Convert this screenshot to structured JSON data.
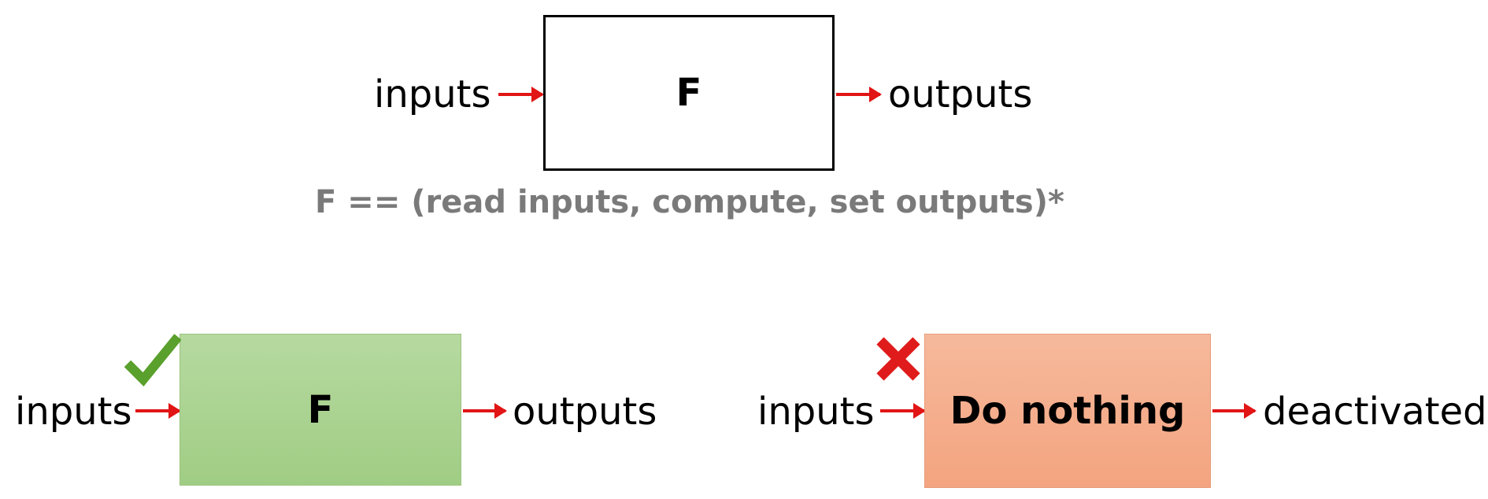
{
  "top": {
    "input_label": "inputs",
    "box_label": "F",
    "output_label": "outputs",
    "formula": "F == (read inputs, compute, set outputs)*"
  },
  "left": {
    "input_label": "inputs",
    "box_label": "F",
    "output_label": "outputs",
    "status_icon": "checkmark-icon",
    "box_color": "#a6d18b"
  },
  "right": {
    "input_label": "inputs",
    "box_label": "Do nothing",
    "output_label": "deactivated",
    "status_icon": "cross-icon",
    "box_color": "#f5ad8a"
  },
  "colors": {
    "arrow": "#e11515",
    "check": "#5aa02c",
    "cross": "#e01b1b",
    "formula_text": "#7a7a7a"
  }
}
